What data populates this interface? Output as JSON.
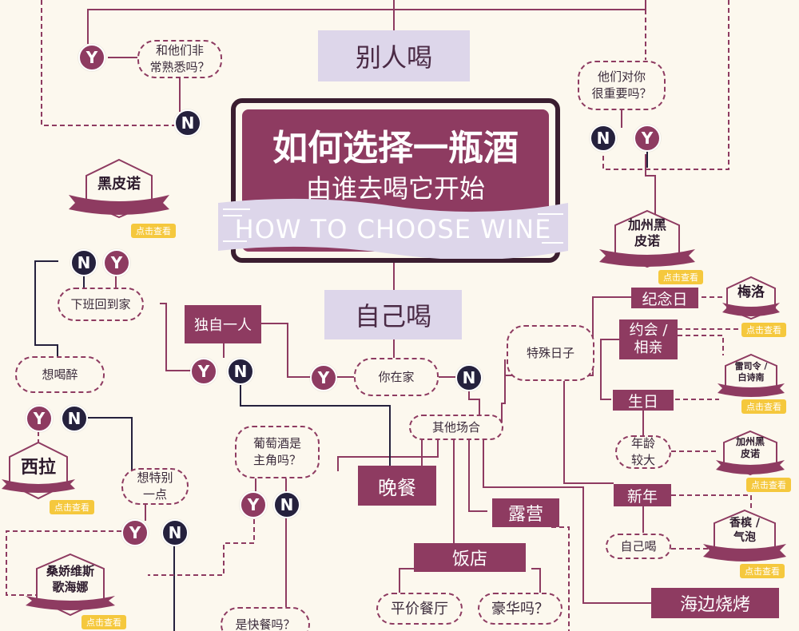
{
  "title": {
    "main": "如何选择一瓶酒",
    "sub": "由谁去喝它开始",
    "ribbon": "HOW TO CHOOSE WINE"
  },
  "branches": {
    "others": "别人喝",
    "self": "自己喝"
  },
  "questions": {
    "familiar": "和他们非\n常熟悉吗？",
    "important": "他们对你\n很重要吗？",
    "home_from_work": "下班回到家",
    "want_drunk": "想喝醉",
    "want_special": "想特别\n一点",
    "at_home": "你在家",
    "other_occasion": "其他场合",
    "special_day": "特殊日子",
    "wine_star": "葡萄酒是\n主角吗？",
    "fast_food": "是快餐吗？",
    "age_older": "年龄\n较大",
    "drink_self": "自己喝",
    "cheap_restaurant": "平价餐厅",
    "luxury": "豪华吗？"
  },
  "boxes": {
    "alone": "独自一人",
    "dinner": "晚餐",
    "anniversary": "纪念日",
    "date": "约会 /\n相亲",
    "birthday": "生日",
    "new_year": "新年",
    "camping": "露营",
    "restaurant": "饭店",
    "bbq": "海边烧烤"
  },
  "wines": {
    "pinot_noir": "黑皮诺",
    "ca_pinot": "加州黑\n皮诺",
    "merlot": "梅洛",
    "riesling": "雷司令 /\n白诗南",
    "ca_pinot2": "加州黑\n皮诺",
    "champagne": "香槟 /\n气泡",
    "syrah": "西拉",
    "sangiovese": "桑娇维斯\n歌海娜"
  },
  "labels": {
    "yes": "Y",
    "no": "N",
    "view": "点击查看"
  },
  "colors": {
    "plum": "#8e3b61",
    "navy": "#25213d",
    "lavender": "#ddd6ea",
    "gold": "#f5c83d",
    "cream": "#fcf8ee"
  }
}
